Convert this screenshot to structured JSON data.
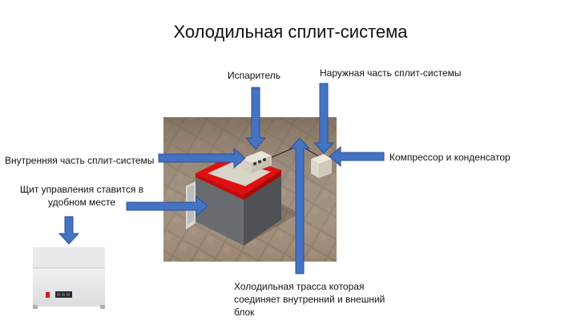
{
  "title": "Холодильная сплит-система",
  "labels": {
    "evaporator": "Испаритель",
    "outdoor_unit": "Наружная часть сплит-системы",
    "indoor_unit": "Внутренняя часть сплит-системы",
    "compressor": "Компрессор и конденсатор",
    "control_panel_line1": "Щит управления ставится в",
    "control_panel_line2": "удобном месте",
    "line_set_line1": "Холодильная трасса которая",
    "line_set_line2": "соединяет внутренний и внешний",
    "line_set_line3": "блок"
  },
  "colors": {
    "arrow_fill": "#4472c4",
    "arrow_stroke": "#2f528f",
    "room_red": "#e01010",
    "floor": "#8a7968",
    "box_gray": "#54585c"
  }
}
